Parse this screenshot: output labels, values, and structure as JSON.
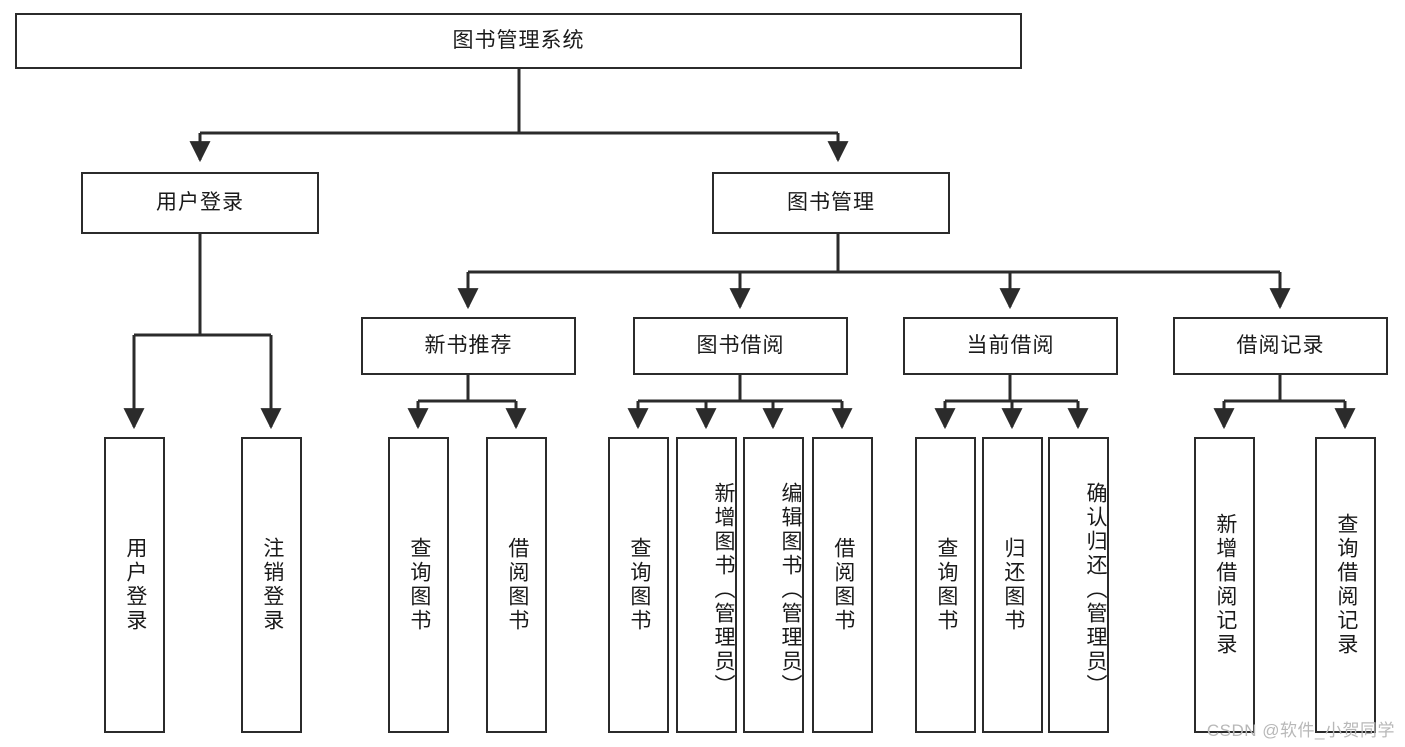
{
  "diagram": {
    "title_node": {
      "label": "图书管理系统"
    },
    "level2": [
      {
        "label": "用户登录"
      },
      {
        "label": "图书管理"
      }
    ],
    "level3": [
      {
        "label": "新书推荐"
      },
      {
        "label": "图书借阅"
      },
      {
        "label": "当前借阅"
      },
      {
        "label": "借阅记录"
      }
    ],
    "leaves": {
      "user_login": [
        {
          "label": "用户登录"
        },
        {
          "label": "注销登录"
        }
      ],
      "new_book": [
        {
          "label": "查询图书"
        },
        {
          "label": "借阅图书"
        }
      ],
      "book_borrow": [
        {
          "label": "查询图书"
        },
        {
          "label": "新增图书（管理员）"
        },
        {
          "label": "编辑图书（管理员）"
        },
        {
          "label": "借阅图书"
        }
      ],
      "current_borrow": [
        {
          "label": "查询图书"
        },
        {
          "label": "归还图书"
        },
        {
          "label": "确认归还（管理员）"
        }
      ],
      "borrow_record": [
        {
          "label": "新增借阅记录"
        },
        {
          "label": "查询借阅记录"
        }
      ]
    },
    "watermark": {
      "text": "CSDN @软件_小贺同学"
    },
    "colors": {
      "stroke": "#2b2b2b",
      "fill": "#ffffff",
      "text": "#1a1a1a",
      "watermark": "#b8b8b8"
    }
  }
}
